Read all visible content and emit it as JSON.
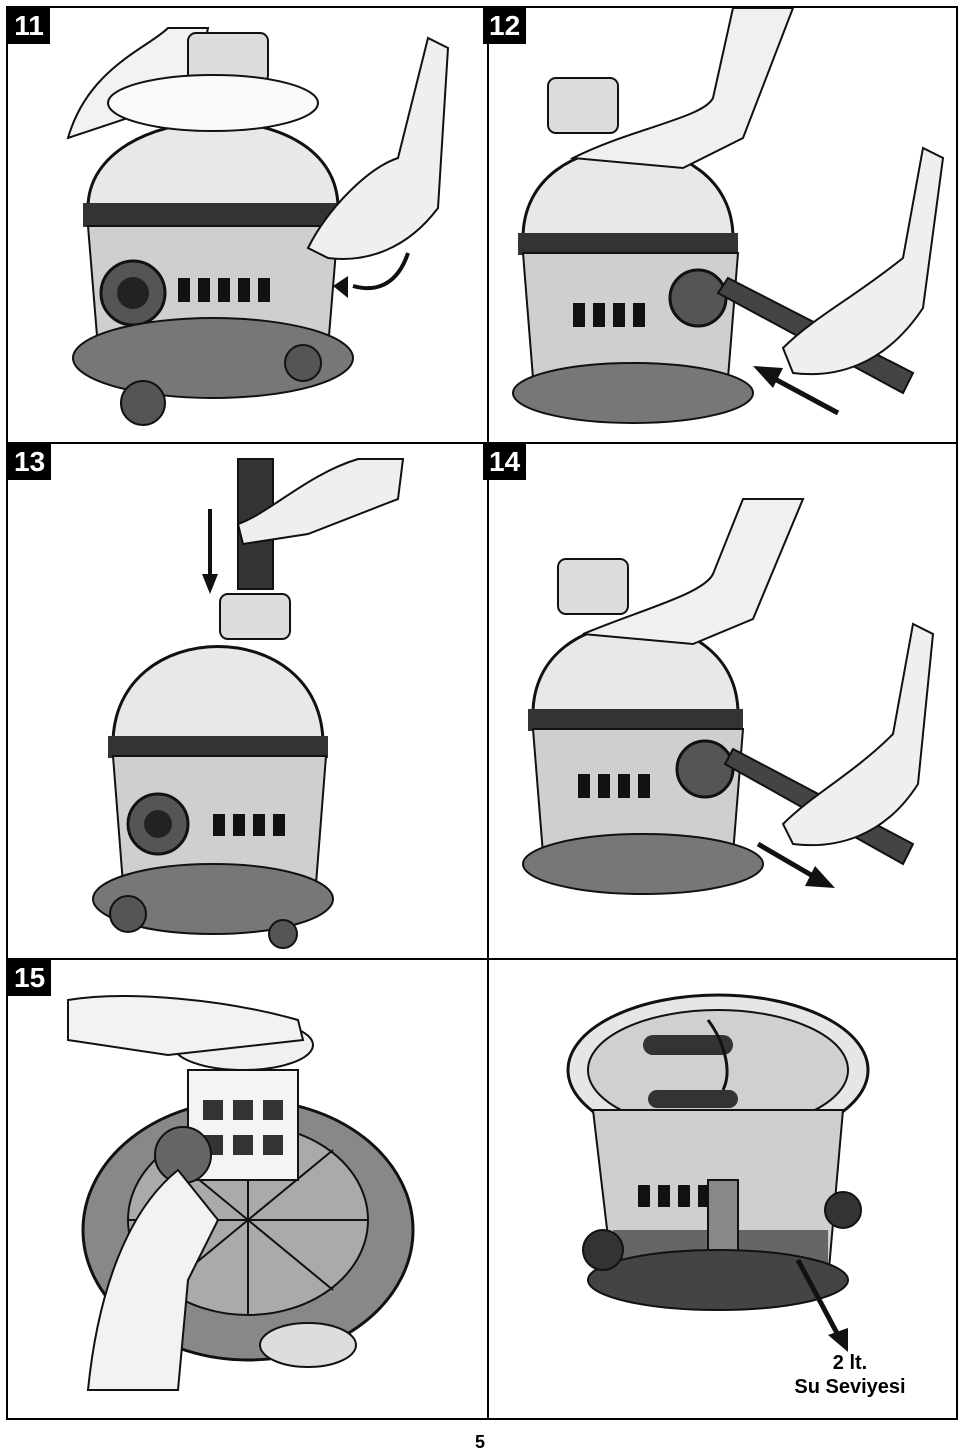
{
  "panels": [
    {
      "number": "11",
      "icon": "vacuum-unlock-clamp-illustration"
    },
    {
      "number": "12",
      "icon": "vacuum-insert-hose-illustration"
    },
    {
      "number": "13",
      "icon": "vacuum-insert-tube-top-illustration"
    },
    {
      "number": "14",
      "icon": "vacuum-remove-hose-illustration"
    },
    {
      "number": "15",
      "icon": "separator-filter-removal-illustration"
    },
    {
      "number": "",
      "icon": "water-tank-level-illustration"
    }
  ],
  "water_level": {
    "line1": "2 lt.",
    "line2": "Su Seviyesi"
  },
  "page_number": "5"
}
